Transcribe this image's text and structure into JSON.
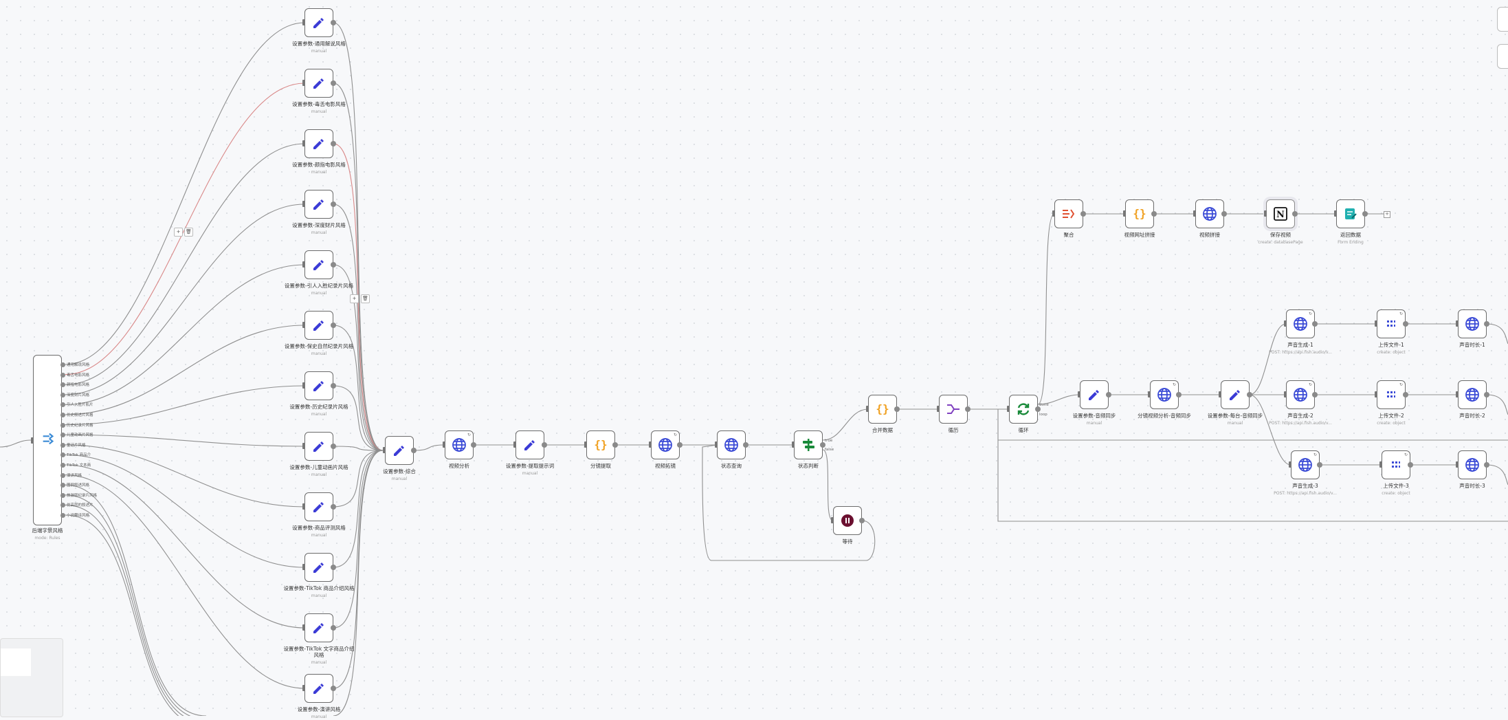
{
  "switch_node": {
    "label": "后端字景风格",
    "sub": "mode: Rules",
    "outputs": [
      "通用解说风格",
      "毒舌电影风格",
      "颜指电影风格",
      "深度财片风格",
      "引人入胜片影片",
      "仿史叙述片风格",
      "历史纪录片风格",
      "儿童动画片风格",
      "童话片风格",
      "TikTok 商品介",
      "TikTok 文本商",
      "演讲风格",
      "图例叙述风格",
      "旅游版纪录片风格",
      "仿高层的叙述片",
      "小说翻译风格"
    ]
  },
  "setter_nodes": [
    {
      "label": "设置参数-通用解说风格",
      "sub": "manual"
    },
    {
      "label": "设置参数-毒舌电影风格",
      "sub": "manual"
    },
    {
      "label": "设置参数-颜指电影风格",
      "sub": "manual"
    },
    {
      "label": "设置参数-深度财片风格",
      "sub": "manual"
    },
    {
      "label": "设置参数-引人入胜纪录片风格",
      "sub": "manual"
    },
    {
      "label": "设置参数-保史自然纪录片风格",
      "sub": "manual"
    },
    {
      "label": "设置参数-历史纪录片风格",
      "sub": "manual"
    },
    {
      "label": "设置参数-儿童动画片风格",
      "sub": "manual"
    },
    {
      "label": "设置参数-商品评测风格",
      "sub": "manual"
    },
    {
      "label": "设置参数-TikTok 商品介绍风格",
      "sub": "manual"
    },
    {
      "label": "设置参数-TikTok 文字商品介绍风格",
      "sub": "manual"
    },
    {
      "label": "设置参数-演讲风格",
      "sub": "manual"
    }
  ],
  "main_nodes": [
    {
      "label": "设置参数-综合",
      "sub": "manual"
    },
    {
      "label": "视频分析",
      "sub": ""
    },
    {
      "label": "设置参数-提取提示词",
      "sub": "manual"
    },
    {
      "label": "分镜提取",
      "sub": ""
    },
    {
      "label": "视频拓镜",
      "sub": ""
    },
    {
      "label": "状态查询",
      "sub": ""
    },
    {
      "label": "状态判断",
      "sub": ""
    },
    {
      "label": "等待",
      "sub": ""
    },
    {
      "label": "合并数据",
      "sub": ""
    },
    {
      "label": "循历",
      "sub": ""
    },
    {
      "label": "循环",
      "sub": ""
    },
    {
      "label": "设置参数-音频同步",
      "sub": "manual"
    },
    {
      "label": "分镜视频分析-音频同步",
      "sub": ""
    },
    {
      "label": "设置参数-每台-音频同步",
      "sub": "manual"
    }
  ],
  "top_nodes": [
    {
      "label": "聚合",
      "sub": ""
    },
    {
      "label": "视频网址拼接",
      "sub": ""
    },
    {
      "label": "视频拼接",
      "sub": ""
    },
    {
      "label": "保存视频",
      "sub": "create: databasePage"
    },
    {
      "label": "返回数据",
      "sub": "Form Ending"
    }
  ],
  "audio_nodes": [
    {
      "label": "声音生成-1",
      "sub": "POST: https://api.fish.audio/v..."
    },
    {
      "label": "上传文件-1",
      "sub": "create: object"
    },
    {
      "label": "声音时长-1",
      "sub": ""
    },
    {
      "label": "声音生成-2",
      "sub": "POST: https://api.fish.audio/v..."
    },
    {
      "label": "上传文件-2",
      "sub": "create: object"
    },
    {
      "label": "声音时长-2",
      "sub": ""
    },
    {
      "label": "声音生成-3",
      "sub": "POST: https://api.fish.audio/v..."
    },
    {
      "label": "上传文件-3",
      "sub": "create: object"
    },
    {
      "label": "声音时长-3",
      "sub": ""
    }
  ],
  "edge_tags": {
    "true": "true",
    "false": "false",
    "done": "done",
    "loop": "loop"
  },
  "icons": {
    "pencil": "pencil-icon",
    "globe": "globe-icon",
    "code": "code-icon",
    "if": "if-icon",
    "pause": "pause-icon",
    "merge": "merge-icon",
    "loop": "loop-icon",
    "aggregate": "aggregate-icon",
    "notion": "notion-icon",
    "form": "form-icon",
    "upload": "upload-icon",
    "switch": "switch-icon"
  },
  "colors": {
    "pencil": "#3b3bd6",
    "globe": "#3b4bd6",
    "code": "#f0a020",
    "if": "#1a8a3a",
    "pause": "#6b1030",
    "merge": "#8040c0",
    "loop": "#1a8a3a",
    "aggregate": "#e05030",
    "form": "#20b0b0",
    "active_wire": "#d98888",
    "wire": "#8f8f8f"
  }
}
